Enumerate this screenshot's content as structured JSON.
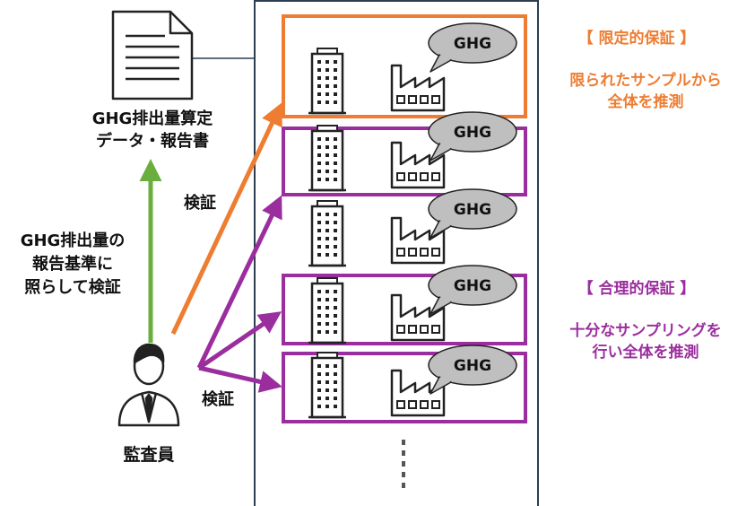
{
  "document": {
    "title_line1": "GHG排出量算定",
    "title_line2": "データ・報告書"
  },
  "standard_label": {
    "line1": "GHG排出量の",
    "line2": "報告基準に",
    "line3": "照らして検証"
  },
  "verify_labels": {
    "top": "検証",
    "bottom": "検証"
  },
  "auditor_label": "監査員",
  "limited_assurance": {
    "title": "【 限定的保証 】",
    "desc_line1": "限られたサンプルから",
    "desc_line2": "全体を推測"
  },
  "reasonable_assurance": {
    "title": "【 合理的保証 】",
    "desc_line1": "十分なサンプリングを",
    "desc_line2": "行い全体を推測"
  },
  "ghg_bubble_text": "GHG",
  "colors": {
    "orange": "#EE7D31",
    "purple": "#9B2E9E",
    "green": "#6AAE3E",
    "panel_border": "#2C3E50",
    "bubble_fill": "#BFBFBF"
  }
}
